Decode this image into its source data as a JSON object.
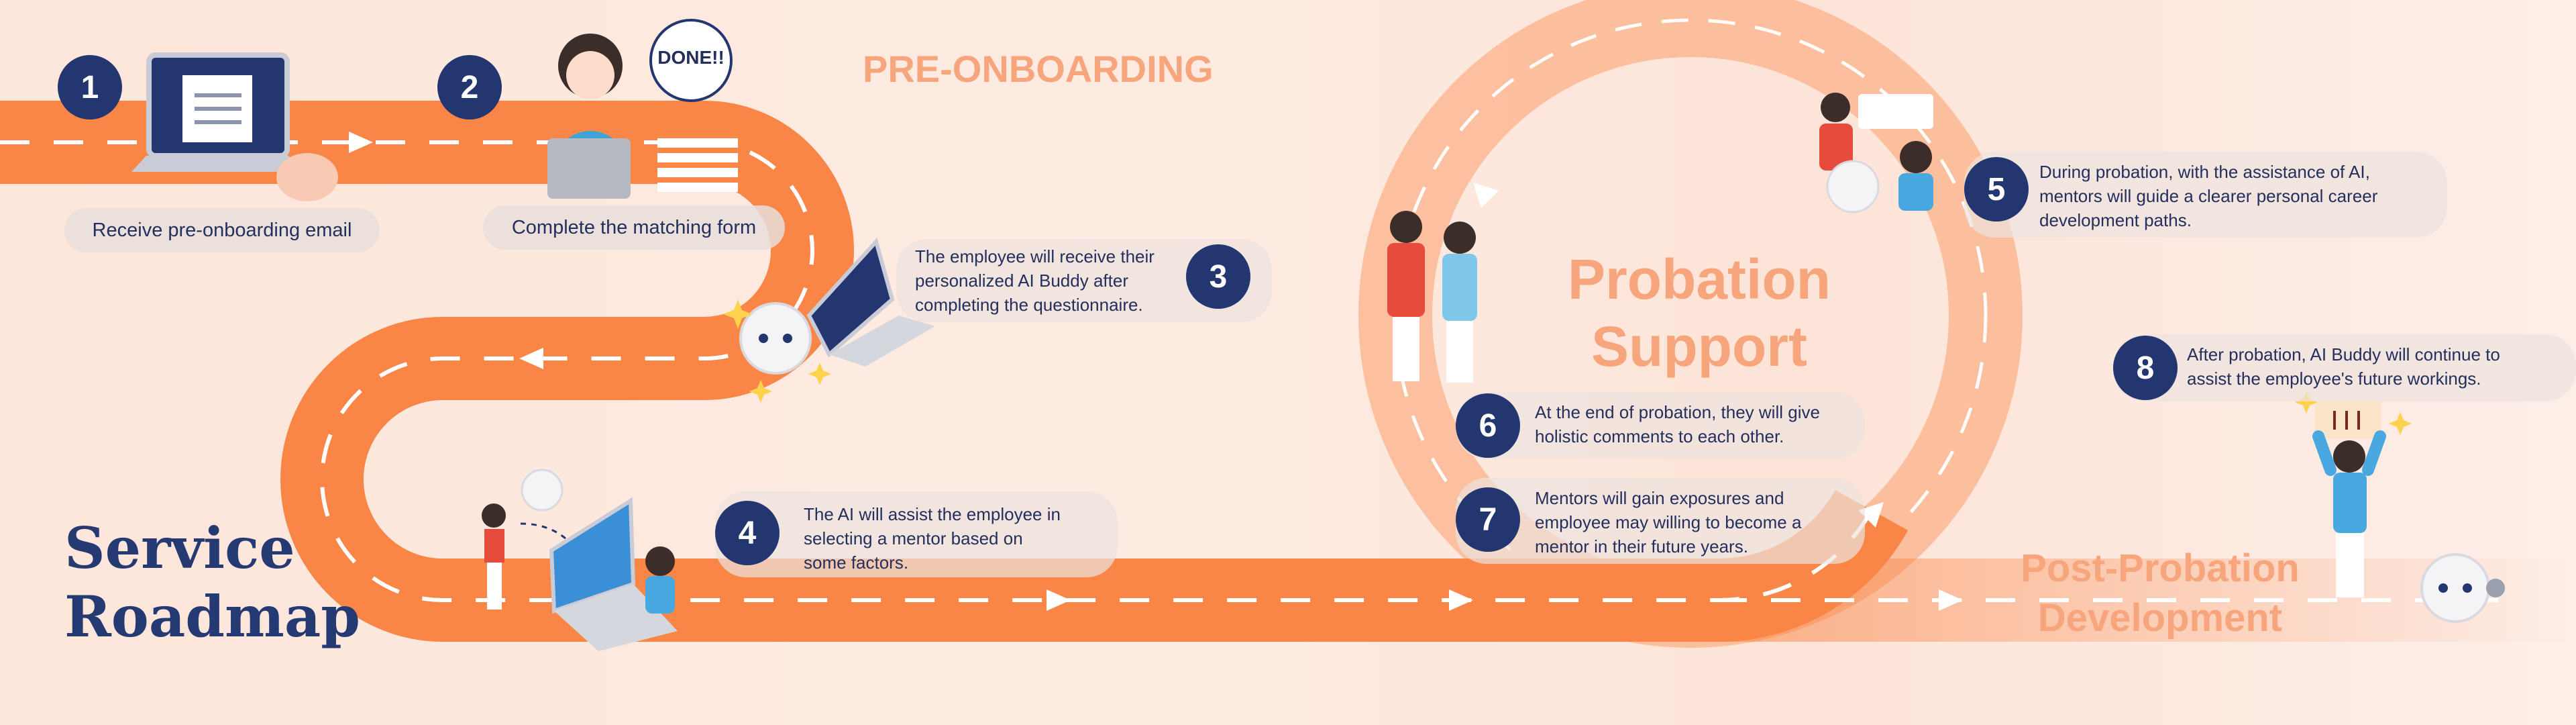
{
  "title": {
    "line1": "Service",
    "line2": "Roadmap"
  },
  "sections": {
    "pre_onboarding": "PRE-ONBOARDING",
    "probation_line1": "Probation",
    "probation_line2": "Support",
    "post_line1": "Post-Probation",
    "post_line2": "Development"
  },
  "steps": [
    {
      "number": "1",
      "text": "Receive pre-onboarding email"
    },
    {
      "number": "2",
      "text": "Complete the matching form"
    },
    {
      "number": "3",
      "lines": [
        "The employee will receive their",
        "personalized AI Buddy after",
        "completing the questionnaire."
      ]
    },
    {
      "number": "4",
      "lines": [
        "The AI will assist the employee in",
        "selecting a mentor based on",
        "some factors."
      ]
    },
    {
      "number": "5",
      "lines": [
        "During probation, with the assistance of AI,",
        "mentors will guide a clearer personal career",
        "development paths."
      ]
    },
    {
      "number": "6",
      "lines": [
        "At the end of probation, they will give",
        "holistic comments to each other."
      ]
    },
    {
      "number": "7",
      "lines": [
        "Mentors will gain exposures and",
        "employee may willing to become a",
        "mentor in their future years."
      ]
    },
    {
      "number": "8",
      "lines": [
        "After probation, AI Buddy will continue to",
        "assist the employee's future workings."
      ]
    }
  ],
  "badges": {
    "done": "DONE!!"
  },
  "colors": {
    "road": "#f98546",
    "road_light": "#fbb28a",
    "navy": "#233670",
    "accent": "#f7a57c"
  }
}
